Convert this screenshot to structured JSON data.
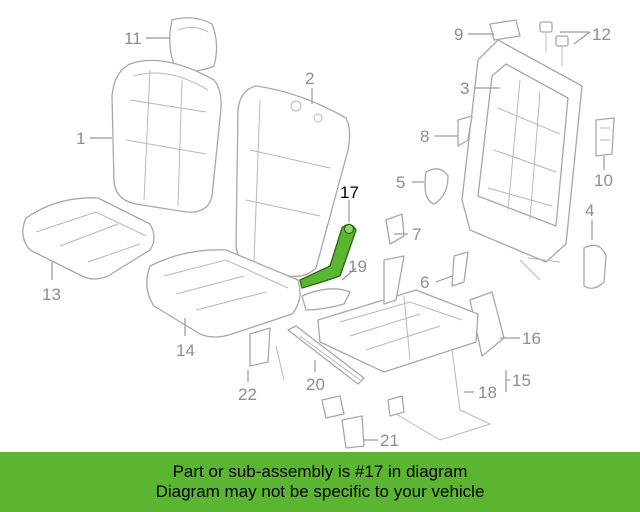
{
  "callouts": {
    "c1": "1",
    "c2": "2",
    "c3": "3",
    "c4": "4",
    "c5": "5",
    "c6": "6",
    "c7": "7",
    "c8": "8",
    "c9": "9",
    "c10": "10",
    "c11": "11",
    "c12": "12",
    "c13": "13",
    "c14": "14",
    "c15": "15",
    "c16": "16",
    "c17": "17",
    "c18": "18",
    "c19": "19",
    "c20": "20",
    "c21": "21",
    "c22": "22"
  },
  "highlight": {
    "part": "17",
    "color": "#5ab630"
  },
  "banner": {
    "line1": "Part or sub-assembly is #17 in diagram",
    "line2": "Diagram may not be specific to your vehicle",
    "background": "#5ab630"
  }
}
